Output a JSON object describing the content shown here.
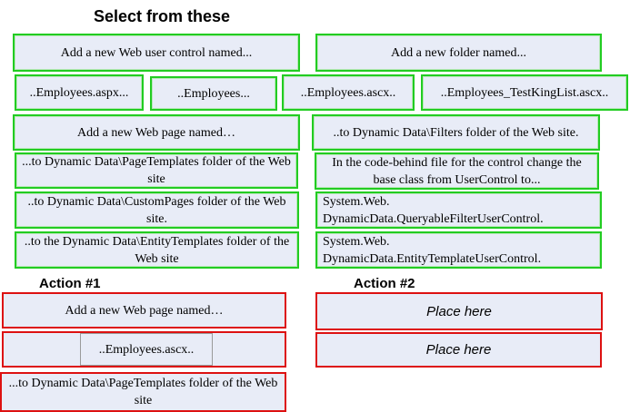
{
  "headings": {
    "select": "Select from these",
    "action1": "Action #1",
    "action2": "Action #2"
  },
  "options": {
    "add_user_control": "Add a new Web user control named...",
    "add_folder": "Add a new folder named...",
    "employees_aspx": "..Employees.aspx...",
    "employees": "..Employees...",
    "employees_ascx": "..Employees.ascx..",
    "employees_testking": "..Employees_TestKingList.ascx..",
    "add_web_page": "Add a new Web page named…",
    "filters_folder": "..to Dynamic Data\\Filters folder of the Web site.",
    "page_templates": "...to Dynamic Data\\PageTemplates folder of the Web site",
    "code_behind": "In the code-behind file for the control change the base class from UserControl to...",
    "custom_pages": "..to Dynamic Data\\CustomPages folder of the Web site.",
    "queryable_filter": "System.Web. DynamicData.QueryableFilterUserControl.",
    "entity_templates": "..to the Dynamic Data\\EntityTemplates folder of the Web site",
    "entity_template_control": "System.Web. DynamicData.EntityTemplateUserControl."
  },
  "action1": {
    "slot1": "Add a new Web page named…",
    "slot2": "..Employees.ascx..",
    "slot3": "...to Dynamic Data\\PageTemplates folder of the Web site"
  },
  "action2": {
    "slot1": "Place here",
    "slot2": "Place here"
  }
}
